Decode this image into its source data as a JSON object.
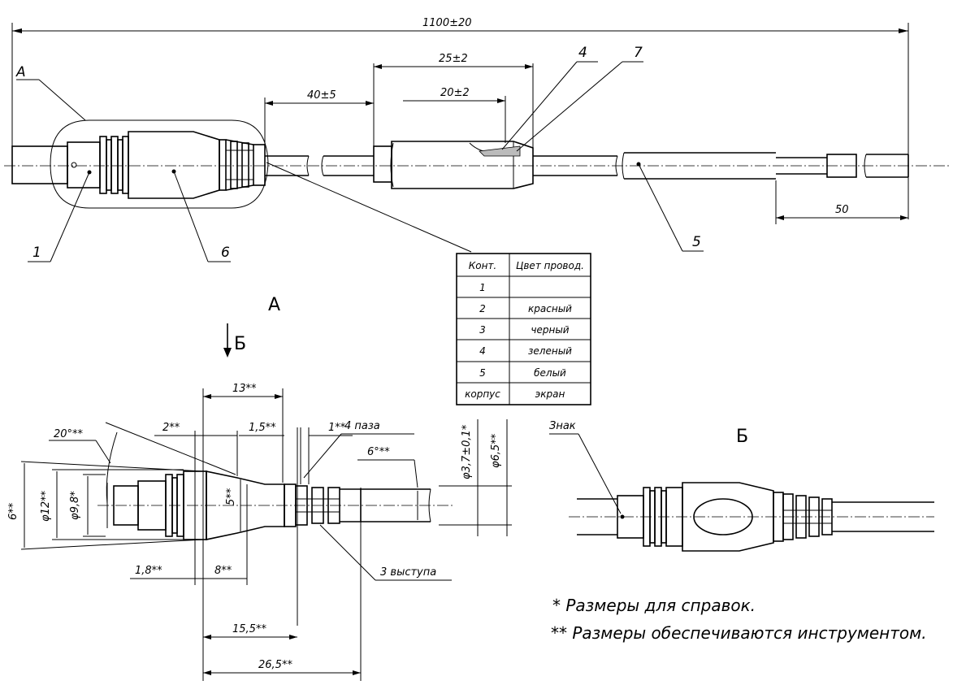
{
  "dims_top": {
    "overall": "1100±20",
    "d25": "25±2",
    "d40": "40±5",
    "d20": "20±2",
    "d50": "50"
  },
  "callouts": {
    "A": "А",
    "n1": "1",
    "n4": "4",
    "n5": "5",
    "n6": "6",
    "n7": "7"
  },
  "view_labels": {
    "A": "А",
    "B_arrow": "Б",
    "B_view": "Б"
  },
  "table": {
    "headers": [
      "Конт.",
      "Цвет провод."
    ],
    "rows": [
      [
        "1",
        ""
      ],
      [
        "2",
        "красный"
      ],
      [
        "3",
        "черный"
      ],
      [
        "4",
        "зеленый"
      ],
      [
        "5",
        "белый"
      ],
      [
        "корпус",
        "экран"
      ]
    ]
  },
  "dims_detail": {
    "d13": "13**",
    "d2": "2**",
    "d15": "1,5**",
    "d1": "1**",
    "slots": "4 паза",
    "ang20": "20°**",
    "ang6": "6°**",
    "dia37": "φ3,7±0,1*",
    "dia65": "φ6,5**",
    "d6": "6**",
    "dia12": "φ12**",
    "dia98": "φ9,8*",
    "d5": "5**",
    "d18": "1,8**",
    "d8": "8**",
    "ribs": "3 выступа",
    "d155": "15,5**",
    "d265": "26,5**"
  },
  "mark_label": "Знак",
  "notes": [
    "* Размеры для справок.",
    "** Размеры обеспечиваются инструментом."
  ]
}
